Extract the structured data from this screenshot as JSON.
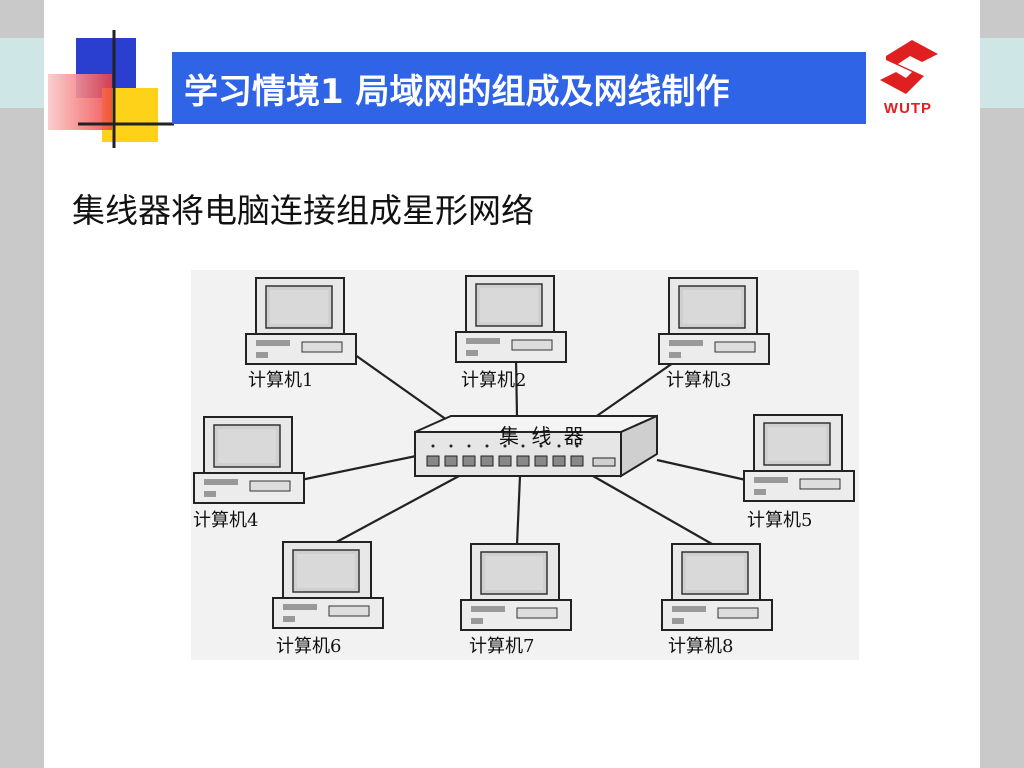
{
  "slide": {
    "title": "学习情境1 局域网的组成及网线制作",
    "subtitle": "集线器将电脑连接组成星形网络",
    "logo_text": "WUTP"
  },
  "diagram": {
    "hub_label": "集 线 器",
    "computers": [
      {
        "label": "计算机1"
      },
      {
        "label": "计算机2"
      },
      {
        "label": "计算机3"
      },
      {
        "label": "计算机4"
      },
      {
        "label": "计算机5"
      },
      {
        "label": "计算机6"
      },
      {
        "label": "计算机7"
      },
      {
        "label": "计算机8"
      }
    ]
  },
  "colors": {
    "title_bar": "#2f64e6",
    "logo_red": "#e02020",
    "deco_blue": "#2a3fd0",
    "deco_yellow": "#ffd21a",
    "deco_red": "#f04040"
  }
}
